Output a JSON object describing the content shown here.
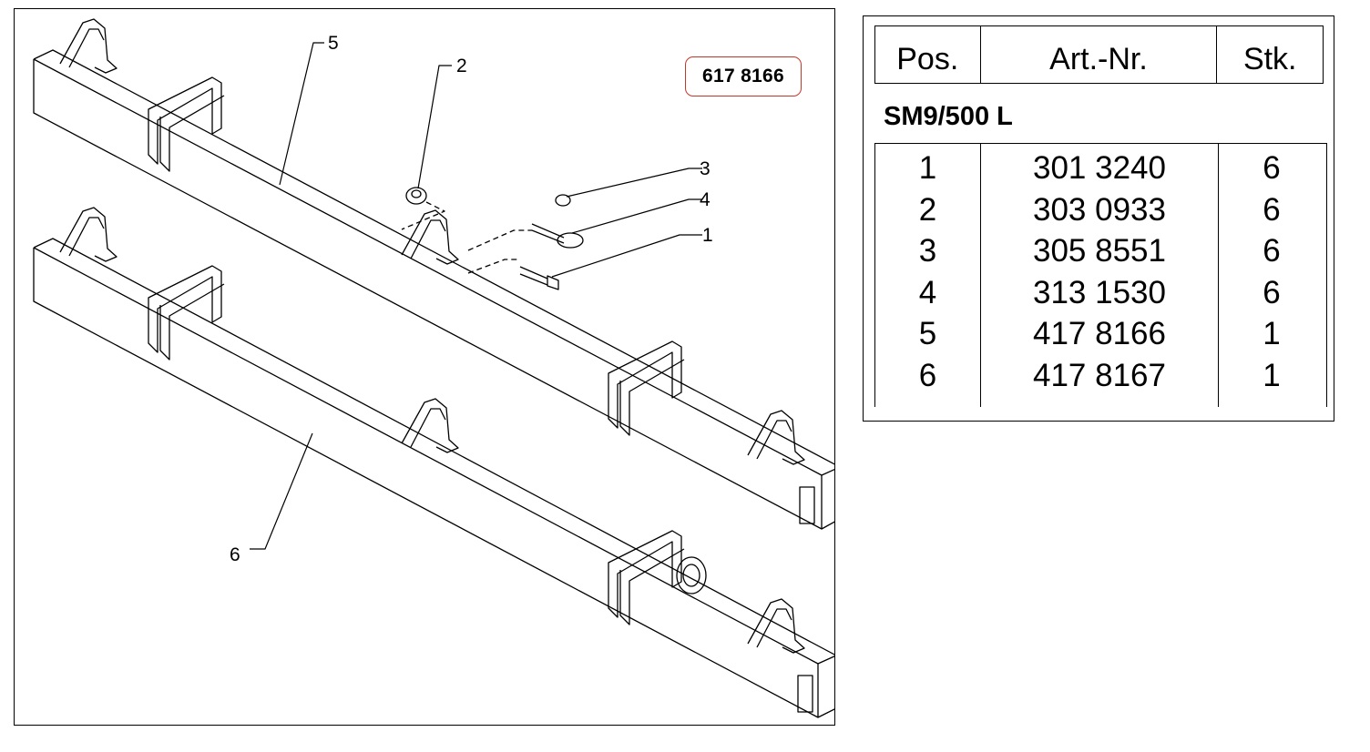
{
  "assembly_number": "617 8166",
  "callouts": [
    "1",
    "2",
    "3",
    "4",
    "5",
    "6"
  ],
  "table": {
    "headers": {
      "pos": "Pos.",
      "art_nr": "Art.-Nr.",
      "stk": "Stk."
    },
    "model": "SM9/500 L",
    "rows": [
      {
        "pos": "1",
        "art_nr": "301 3240",
        "stk": "6"
      },
      {
        "pos": "2",
        "art_nr": "303 0933",
        "stk": "6"
      },
      {
        "pos": "3",
        "art_nr": "305 8551",
        "stk": "6"
      },
      {
        "pos": "4",
        "art_nr": "313 1530",
        "stk": "6"
      },
      {
        "pos": "5",
        "art_nr": "417 8166",
        "stk": "1"
      },
      {
        "pos": "6",
        "art_nr": "417 8167",
        "stk": "1"
      }
    ]
  }
}
